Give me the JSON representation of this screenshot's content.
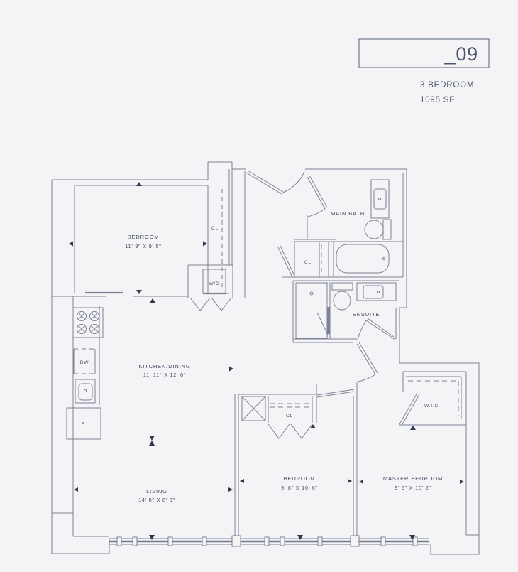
{
  "unit": {
    "number": "_09",
    "type": "3 BEDROOM",
    "area": "1095 SF"
  },
  "colors": {
    "background": "#f4f4f6",
    "line": "#7b8294",
    "text": "#3f4a5e",
    "accent": "#4a5670",
    "marker": "#2e3950"
  },
  "plan": {
    "rooms": {
      "bedroom1": {
        "name": "BEDROOM",
        "dims": "11' 9\" X 9' 5\""
      },
      "main_bath": {
        "name": "MAIN BATH"
      },
      "ensuite": {
        "name": "ENSUITE"
      },
      "kitchen_dining": {
        "name": "KITCHEN/DINING",
        "dims": "11' 11\" X 12' 6\""
      },
      "living": {
        "name": "LIVING",
        "dims": "14' 0\" X 8' 8\""
      },
      "bedroom2": {
        "name": "BEDROOM",
        "dims": "9' 8\" X 10' 6\""
      },
      "master_bedroom": {
        "name": "MASTER BEDROOM",
        "dims": "9' 6\" X 10' 2\""
      },
      "wic": {
        "name": "W.I.C"
      }
    },
    "closets": {
      "bedroom1_closet": "CL",
      "entry_closet": "CL",
      "bedroom2_closet": "CL"
    },
    "appliances": {
      "washer_dryer": "W/D",
      "dishwasher": "DW",
      "fridge": "F"
    }
  }
}
